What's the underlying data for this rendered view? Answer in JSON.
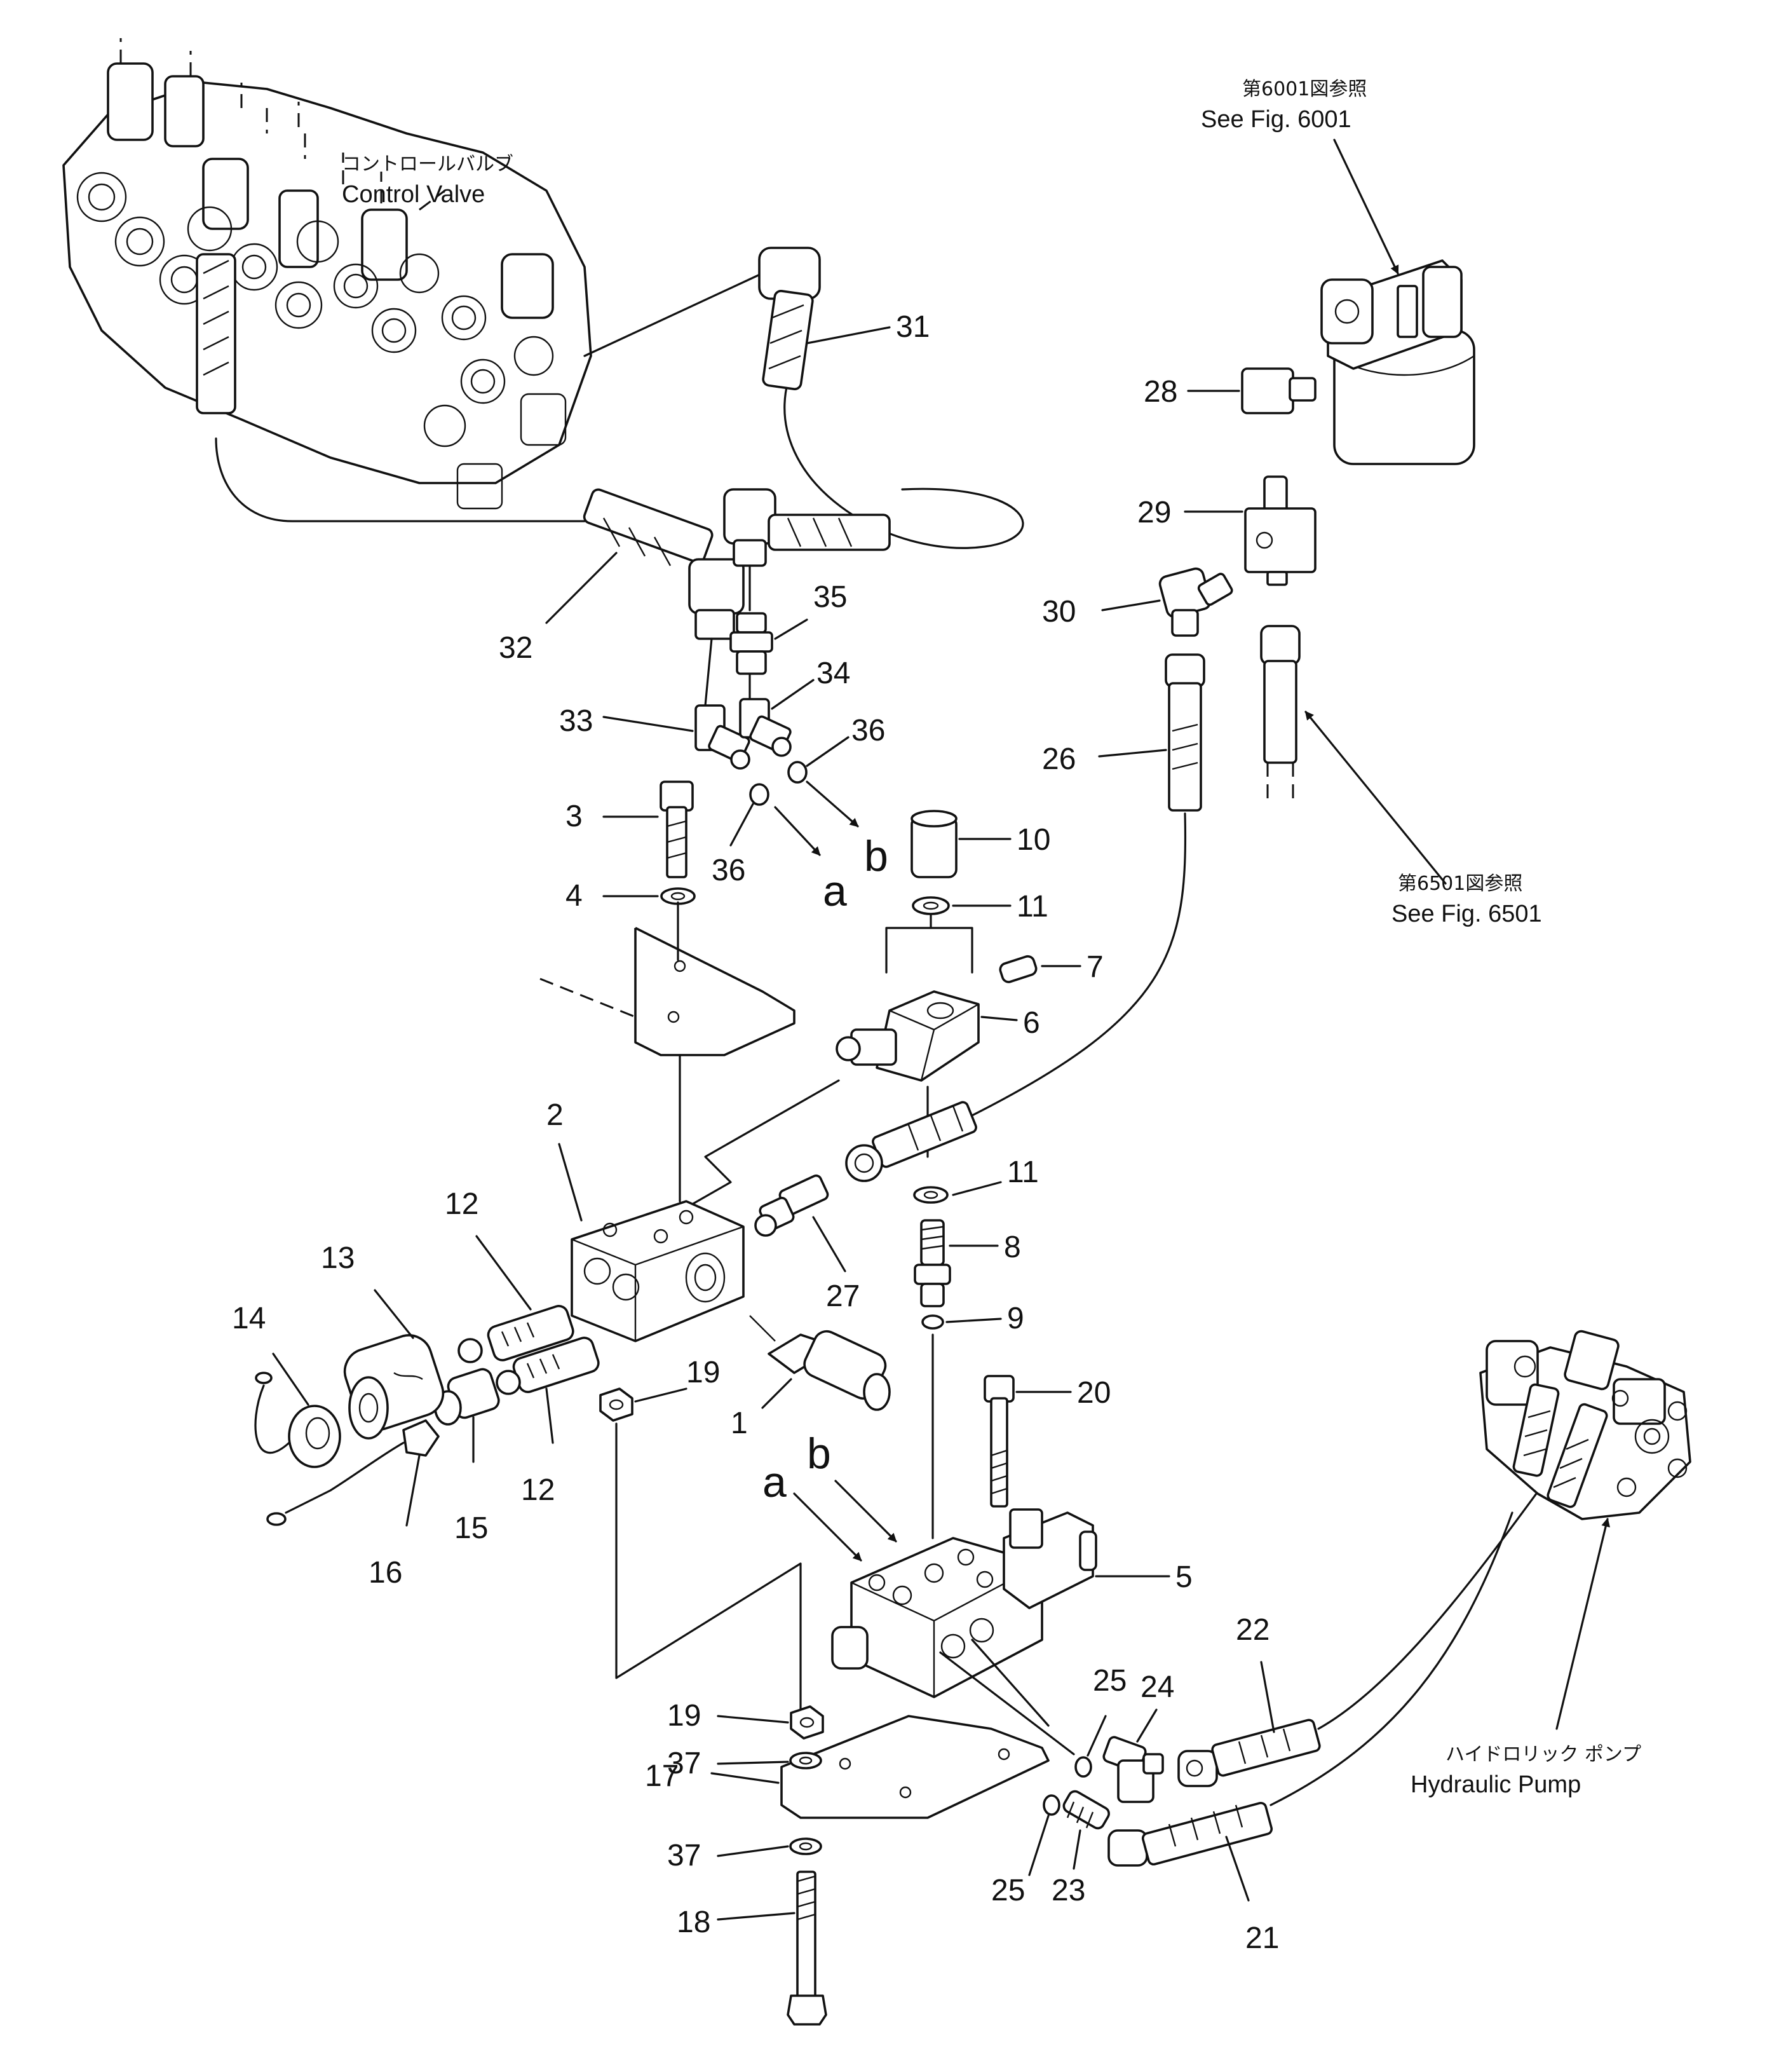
{
  "labels": {
    "control_valve_jp": "コントロールバルブ",
    "control_valve_en": "Control Valve",
    "see_6001_jp": "第6001図参照",
    "see_6001_en": "See Fig. 6001",
    "see_6501_jp": "第6501図参照",
    "see_6501_en": "See Fig. 6501",
    "hyd_pump_jp": "ハイドロリック ポンプ",
    "hyd_pump_en": "Hydraulic Pump",
    "port_a": "a",
    "port_b": "b"
  },
  "callouts": {
    "p1": "1",
    "p2": "2",
    "p3": "3",
    "p4": "4",
    "p5": "5",
    "p6": "6",
    "p7": "7",
    "p8": "8",
    "p9": "9",
    "p10": "10",
    "p11": "11",
    "p12": "12",
    "p13": "13",
    "p14": "14",
    "p15": "15",
    "p16": "16",
    "p17": "17",
    "p18": "18",
    "p19": "19",
    "p20": "20",
    "p21": "21",
    "p22": "22",
    "p23": "23",
    "p24": "24",
    "p25": "25",
    "p26": "26",
    "p27": "27",
    "p28": "28",
    "p29": "29",
    "p30": "30",
    "p31": "31",
    "p32": "32",
    "p33": "33",
    "p34": "34",
    "p35": "35",
    "p36": "36",
    "p37": "37"
  }
}
